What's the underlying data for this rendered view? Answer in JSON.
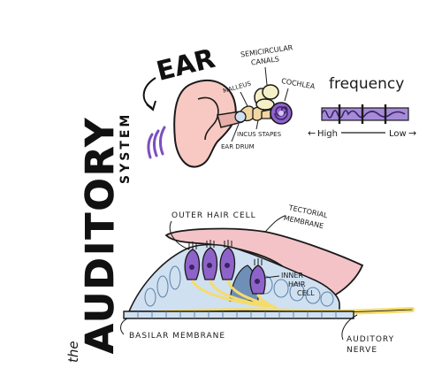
{
  "title": {
    "prefix": "the",
    "main": "AUDITORY",
    "sub": "SYSTEM"
  },
  "ear_section": {
    "heading": "EAR",
    "labels": {
      "semicircular_canals_1": "SEMICIRCULAR",
      "semicircular_canals_2": "CANALS",
      "malleus": "MALLEUS",
      "cochlea": "COCHLEA",
      "incus": "INCUS",
      "stapes": "STAPES",
      "ear_drum": "EAR DRUM"
    }
  },
  "frequency_section": {
    "heading": "frequency",
    "high_label": "High",
    "low_label": "Low"
  },
  "cochlea_section": {
    "labels": {
      "outer_hair_cell": "OUTER HAIR CELL",
      "tectorial_membrane_1": "TECTORIAL",
      "tectorial_membrane_2": "MEMBRANE",
      "inner_hair_cell_1": "INNER",
      "inner_hair_cell_2": "HAIR",
      "inner_hair_cell_3": "CELL",
      "basilar_membrane": "BASILAR MEMBRANE",
      "auditory_nerve_1": "AUDITORY",
      "auditory_nerve_2": "NERVE"
    }
  },
  "colors": {
    "skin": "#f7c9c2",
    "purple": "#8e63c9",
    "light_blue": "#cfe0f1",
    "yellow": "#f5dc6a",
    "pink_membrane": "#f3c3c8",
    "outline": "#1a1a1a"
  }
}
